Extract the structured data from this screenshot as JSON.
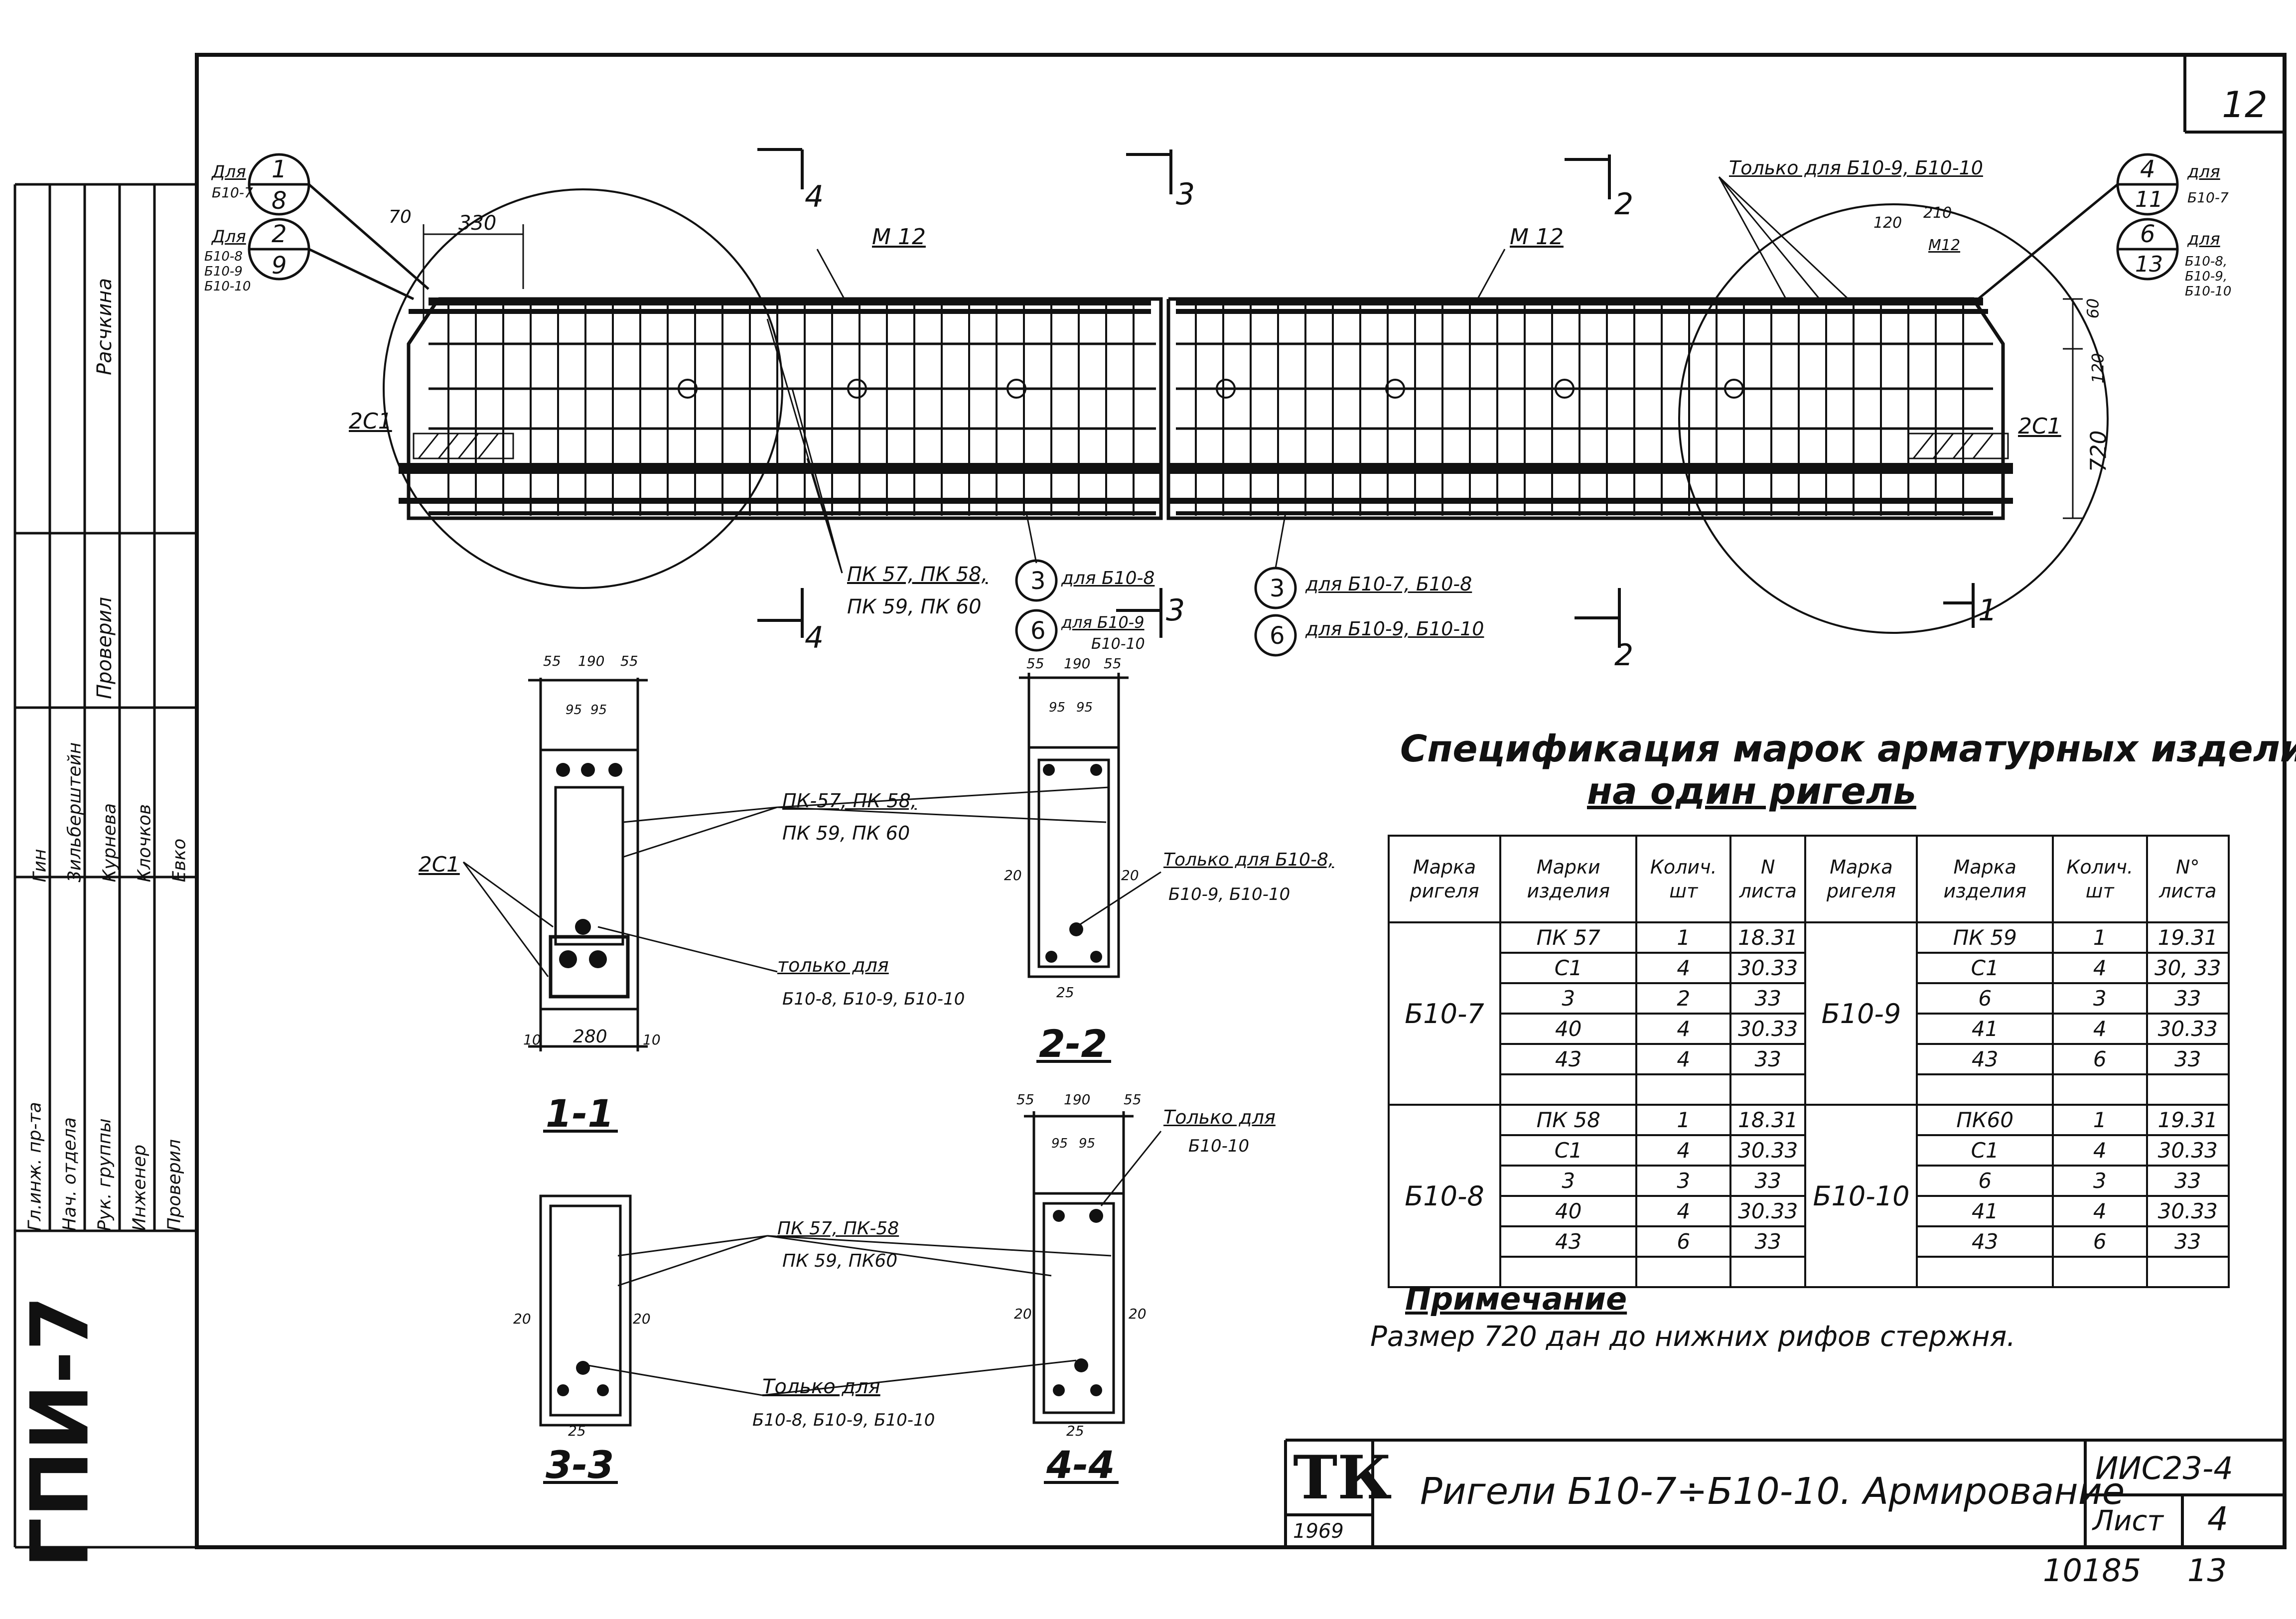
{
  "sheet_corner_number": "12",
  "stamp_label": "ГПИ-7",
  "signature_block": {
    "roles": [
      "Гл.инж. пр-та",
      "Нач. отдела",
      "Рук. группы",
      "Инженер",
      "Проверил"
    ],
    "names": [
      "Гин",
      "Зильберштейн",
      "Курнева",
      "Клочков",
      "Евко"
    ],
    "top_cells": [
      "Проверил",
      "Расчкина"
    ]
  },
  "elevation": {
    "section_cuts": [
      "4",
      "3",
      "2",
      "1"
    ],
    "bar_labels": {
      "m12_left": "М 12",
      "m12_right": "М 12",
      "c1_left": "2С1",
      "c1_right": "2С1",
      "dim_70": "70",
      "dim_330": "330",
      "dim_60": "60",
      "dim_720": "720",
      "dim_120": "120",
      "dim_210": "210",
      "dim_m12": "М12"
    },
    "left_callouts": [
      {
        "for": "Для",
        "marks": "Б10-7",
        "top": "1",
        "bottom": "8"
      },
      {
        "for": "Для",
        "marks": "Б10-8\nБ10-9\nБ10-10",
        "top": "2",
        "bottom": "9"
      }
    ],
    "right_callouts": [
      {
        "for": "для",
        "marks": "Б10-7",
        "top": "4",
        "bottom": "11"
      },
      {
        "for": "для",
        "marks": "Б10-8,\nБ10-9,\nБ10-10",
        "top": "6",
        "bottom": "13"
      }
    ],
    "only_for_top": "Только для Б10-9, Б10-10",
    "pk_label_line1": "ПК 57, ПК 58,",
    "pk_label_line2": "ПК 59, ПК 60",
    "mid_callout_3": "3",
    "mid_callout_3_text": "для Б10-8",
    "mid_callout_6": "6",
    "mid_callout_6_text": "для Б10-9",
    "mid_callout_6_text2": "Б10-10",
    "right_callout_3": "3",
    "right_callout_3_text": "для Б10-7, Б10-8",
    "right_callout_6": "6",
    "right_callout_6_text": "для Б10-9, Б10-10"
  },
  "sections": {
    "s11": {
      "title": "1-1",
      "dims_top": [
        "55",
        "190",
        "55"
      ],
      "dims_inner": [
        "95",
        "95"
      ],
      "dims_bottom": [
        "10",
        "280",
        "10"
      ],
      "label_c1": "2С1"
    },
    "s22": {
      "title": "2-2",
      "dims_top": [
        "55",
        "190",
        "55"
      ],
      "dims_inner": [
        "95",
        "95"
      ],
      "side_left": "20",
      "side_right": "20",
      "bottom": "25"
    },
    "s33": {
      "title": "3-3",
      "side_left": "20",
      "side_right": "20",
      "bottom": "25"
    },
    "s44": {
      "title": "4-4",
      "dims_top": [
        "55",
        "190",
        "55"
      ],
      "dims_inner": [
        "95",
        "95"
      ],
      "side_left": "20",
      "side_right": "20",
      "bottom": "25"
    },
    "lead_pk_a1": "ПК-57, ПК 58,",
    "lead_pk_a2": "ПК 59, ПК 60",
    "lead_only_a1": "только для",
    "lead_only_a2": "Б10-8, Б10-9, Б10-10",
    "lead_only_b1": "Только для Б10-8,",
    "lead_only_b2": "Б10-9, Б10-10",
    "lead_only_c1": "Только для",
    "lead_only_c2": "Б10-10",
    "lead_pk_b1": "ПК 57, ПК-58",
    "lead_pk_b2": "ПК 59, ПК60",
    "lead_only_d1": "Только для",
    "lead_only_d2": "Б10-8, Б10-9, Б10-10"
  },
  "spec": {
    "title_line1": "Спецификация марок арматурных изделий",
    "title_line2": "на один ригель",
    "headers": [
      "Марка ригеля",
      "Марки изделия",
      "Колич. шт",
      "N листа",
      "Марка ригеля",
      "Марка изделия",
      "Колич. шт",
      "N° листа"
    ],
    "rows": [
      [
        "Б10-7",
        "ПК 57",
        "1",
        "18.31",
        "Б10-9",
        "ПК 59",
        "1",
        "19.31"
      ],
      [
        "",
        "С1",
        "4",
        "30.33",
        "",
        "С1",
        "4",
        "30, 33"
      ],
      [
        "",
        "3",
        "2",
        "33",
        "",
        "6",
        "3",
        "33"
      ],
      [
        "",
        "40",
        "4",
        "30.33",
        "",
        "41",
        "4",
        "30.33"
      ],
      [
        "",
        "43",
        "4",
        "33",
        "",
        "43",
        "6",
        "33"
      ],
      [
        "",
        "",
        "",
        "",
        "",
        "",
        "",
        ""
      ],
      [
        "Б10-8",
        "ПК 58",
        "1",
        "18.31",
        "Б10-10",
        "ПК60",
        "1",
        "19.31"
      ],
      [
        "",
        "С1",
        "4",
        "30.33",
        "",
        "С1",
        "4",
        "30.33"
      ],
      [
        "",
        "3",
        "3",
        "33",
        "",
        "6",
        "3",
        "33"
      ],
      [
        "",
        "40",
        "4",
        "30.33",
        "",
        "41",
        "4",
        "30.33"
      ],
      [
        "",
        "43",
        "6",
        "33",
        "",
        "43",
        "6",
        "33"
      ],
      [
        "",
        "",
        "",
        "",
        "",
        "",
        "",
        ""
      ]
    ]
  },
  "note": {
    "title": "Примечание",
    "text": "Размер 720 дан до нижних рифов стержня."
  },
  "title_block": {
    "logo": "ТК",
    "year": "1969",
    "title": "Ригели Б10-7÷Б10-10. Армирование",
    "series": "ИИС23-4",
    "sheet_label": "Лист",
    "sheet_value": "4",
    "archive_no": "10185",
    "archive_page": "13"
  }
}
